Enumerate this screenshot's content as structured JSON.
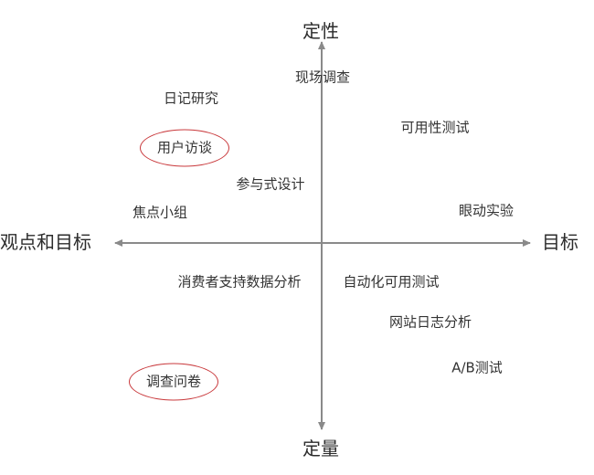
{
  "axes": {
    "top": "定性",
    "bottom": "定量",
    "left": "观点和目标",
    "right": "目标"
  },
  "methods": {
    "field_study": "现场调查",
    "diary_study": "日记研究",
    "usability_test": "可用性测试",
    "user_interview": "用户访谈",
    "participatory_design": "参与式设计",
    "focus_group": "焦点小组",
    "eye_tracking": "眼动实验",
    "customer_support_data": "消费者支持数据分析",
    "automated_usability_test": "自动化可用测试",
    "web_analytics": "网站日志分析",
    "ab_test": "A/B测试",
    "survey": "调查问卷"
  },
  "colors": {
    "axis": "#8a8a8a",
    "highlight": "#c9393c"
  }
}
